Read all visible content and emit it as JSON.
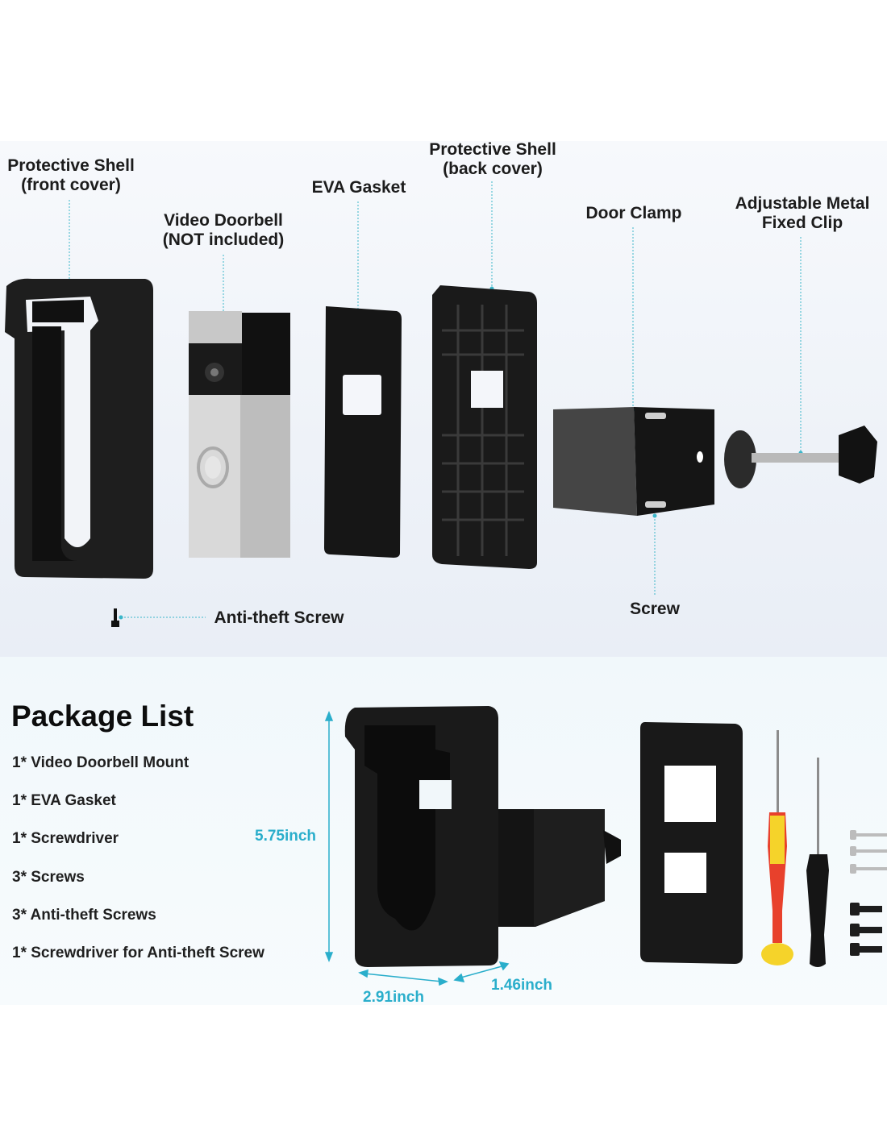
{
  "exploded_view": {
    "labels": {
      "front_cover": {
        "line1": "Protective Shell",
        "line2": "(front cover)"
      },
      "doorbell": {
        "line1": "Video Doorbell",
        "line2": "(NOT included)"
      },
      "gasket": {
        "line1": "EVA Gasket"
      },
      "back_cover": {
        "line1": "Protective Shell",
        "line2": "(back cover)"
      },
      "door_clamp": {
        "line1": "Door Clamp"
      },
      "clip": {
        "line1": "Adjustable Metal",
        "line2": "Fixed Clip"
      },
      "screw": {
        "line1": "Screw"
      },
      "anti_theft_screw": {
        "line1": "Anti-theft Screw"
      }
    }
  },
  "package": {
    "title": "Package List",
    "items": [
      "1* Video Doorbell Mount",
      "1* EVA Gasket",
      "1* Screwdriver",
      "3* Screws",
      "3* Anti-theft Screws",
      "1* Screwdriver for Anti-theft Screw"
    ],
    "dimensions": {
      "height": "5.75inch",
      "width": "2.91inch",
      "depth": "1.46inch"
    }
  },
  "colors": {
    "accent": "#2aaecb",
    "part": "#1b1b1b",
    "doorbell_silver": "#d9d9d9",
    "screwdriver_red": "#e8412c",
    "screwdriver_yellow": "#f5d32a"
  }
}
